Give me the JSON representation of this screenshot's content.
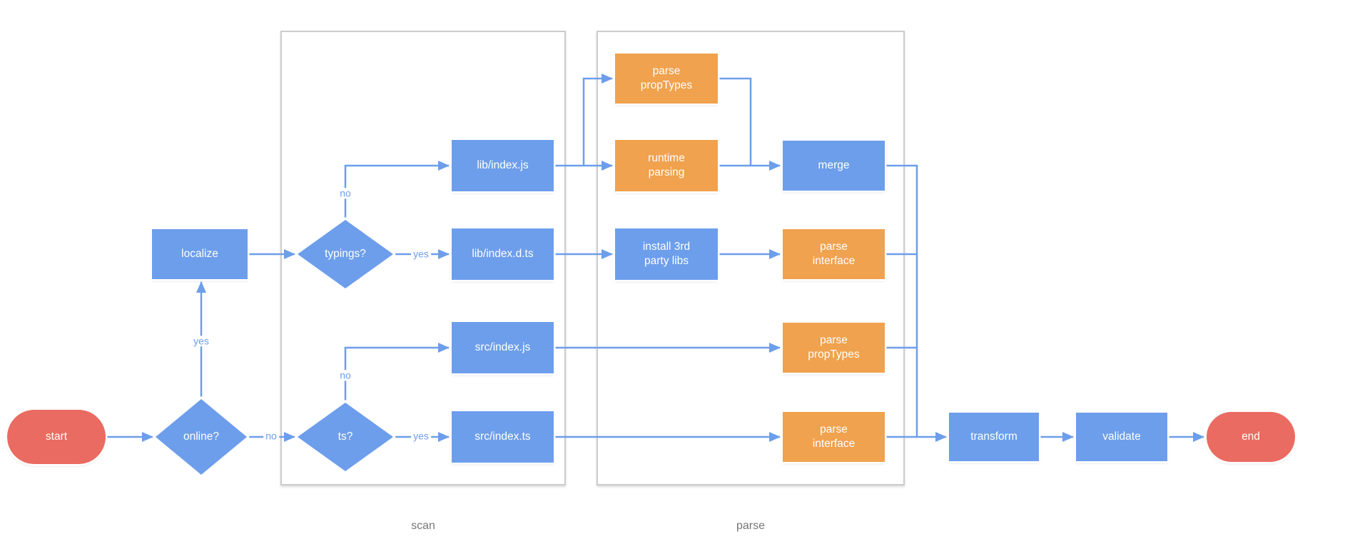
{
  "diagram": {
    "containers": {
      "scan": {
        "label": "scan"
      },
      "parse": {
        "label": "parse"
      }
    },
    "nodes": {
      "start": {
        "label": "start"
      },
      "online": {
        "label": "online?"
      },
      "localize": {
        "label": "localize"
      },
      "typings": {
        "label": "typings?"
      },
      "ts": {
        "label": "ts?"
      },
      "lib_index_js": {
        "label": "lib/index.js"
      },
      "lib_index_dts": {
        "label": "lib/index.d.ts"
      },
      "src_index_js": {
        "label": "src/index.js"
      },
      "src_index_ts": {
        "label": "src/index.ts"
      },
      "parse_proptypes_lib": {
        "label": "parse\npropTypes"
      },
      "runtime_parsing": {
        "label": "runtime\nparsing"
      },
      "install_libs": {
        "label": "install 3rd\nparty libs"
      },
      "merge": {
        "label": "merge"
      },
      "parse_interface_lib": {
        "label": "parse\ninterface"
      },
      "parse_proptypes_src": {
        "label": "parse\npropTypes"
      },
      "parse_interface_src": {
        "label": "parse\ninterface"
      },
      "transform": {
        "label": "transform"
      },
      "validate": {
        "label": "validate"
      },
      "end": {
        "label": "end"
      }
    },
    "edge_labels": {
      "online_yes": "yes",
      "online_no": "no",
      "typings_no": "no",
      "typings_yes": "yes",
      "ts_no": "no",
      "ts_yes": "yes"
    },
    "colors": {
      "process_blue": "#6D9EEB",
      "parse_orange": "#F0A24E",
      "terminal_red": "#EA6B61",
      "edge_blue": "#6D9EEB",
      "container_border": "#CCCCCC",
      "container_label": "#757575"
    }
  }
}
